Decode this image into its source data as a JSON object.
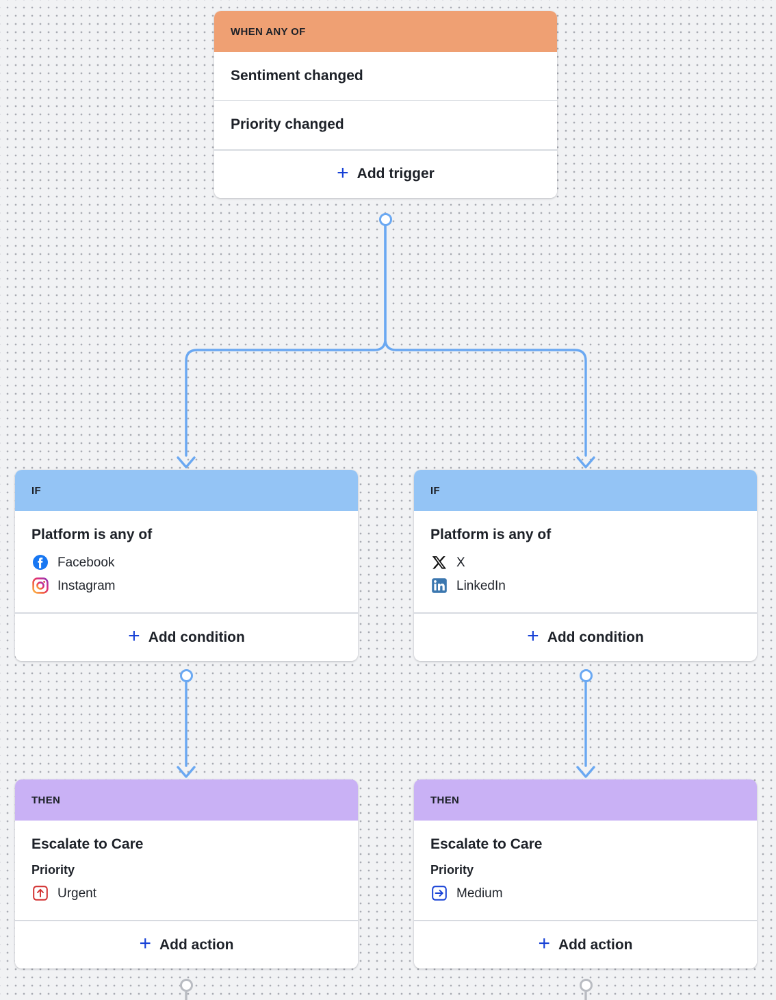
{
  "canvas": {
    "background_color": "#f1f2f4",
    "dot_color": "#a9acb3",
    "connector_color": "#6aa8f2",
    "connector_color_inactive": "#b9bcc2"
  },
  "nodes": {
    "trigger": {
      "header": "WHEN ANY OF",
      "header_color": "#efa073",
      "triggers": [
        {
          "label": "Sentiment changed"
        },
        {
          "label": "Priority changed"
        }
      ],
      "add_label": "Add trigger",
      "add_icon": "plus-icon"
    },
    "condition_left": {
      "header": "IF",
      "header_color": "#94c4f5",
      "title": "Platform is any of",
      "values": [
        {
          "label": "Facebook",
          "icon": "facebook-icon"
        },
        {
          "label": "Instagram",
          "icon": "instagram-icon"
        }
      ],
      "add_label": "Add condition",
      "add_icon": "plus-icon"
    },
    "condition_right": {
      "header": "IF",
      "header_color": "#94c4f5",
      "title": "Platform is any of",
      "values": [
        {
          "label": "X",
          "icon": "x-twitter-icon"
        },
        {
          "label": "LinkedIn",
          "icon": "linkedin-icon"
        }
      ],
      "add_label": "Add condition",
      "add_icon": "plus-icon"
    },
    "action_left": {
      "header": "THEN",
      "header_color": "#c9b1f5",
      "title": "Escalate to Care",
      "field_label": "Priority",
      "value": {
        "label": "Urgent",
        "icon": "priority-urgent-icon",
        "color": "#d22f2f"
      },
      "add_label": "Add action",
      "add_icon": "plus-icon"
    },
    "action_right": {
      "header": "THEN",
      "header_color": "#c9b1f5",
      "title": "Escalate to Care",
      "field_label": "Priority",
      "value": {
        "label": "Medium",
        "icon": "priority-medium-icon",
        "color": "#1741d6"
      },
      "add_label": "Add action",
      "add_icon": "plus-icon"
    }
  }
}
